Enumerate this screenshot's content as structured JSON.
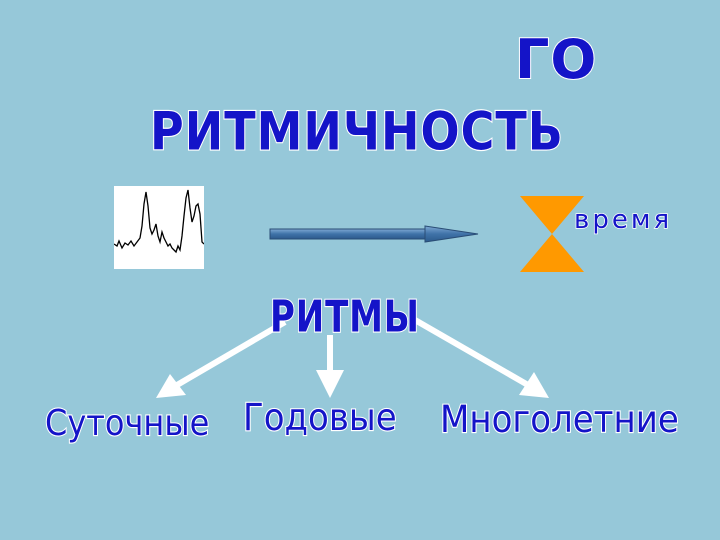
{
  "title": {
    "line1": "ГО",
    "line2": "РИТМИЧНОСТЬ"
  },
  "time_label": "время",
  "center_label": "РИТМЫ",
  "categories": [
    "Суточные",
    "Годовые",
    "Многолетние"
  ],
  "colors": {
    "background": "#96c8d9",
    "text": "#1414c8",
    "hourglass": "#ff9900",
    "arrow": "#4a7fb0",
    "branch_arrows": "#ffffff"
  },
  "icons": [
    "ecg-waveform-icon",
    "hourglass-icon"
  ]
}
